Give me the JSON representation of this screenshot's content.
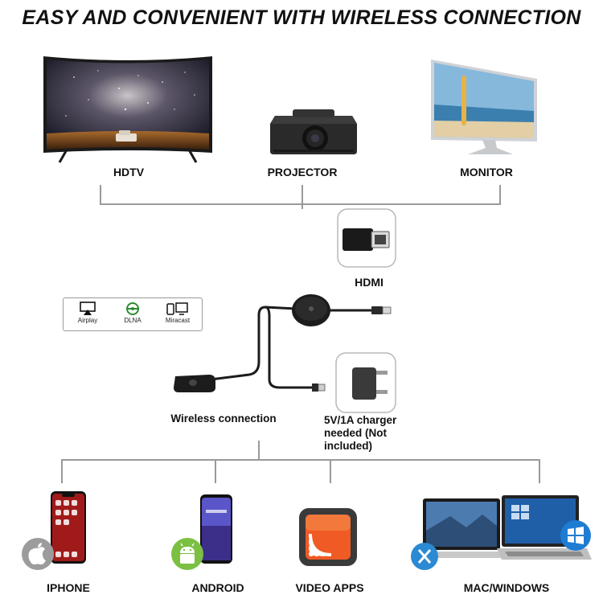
{
  "header": {
    "title": "EASY AND CONVENIENT WITH WIRELESS CONNECTION"
  },
  "displays": [
    {
      "label": "HDTV",
      "icon": "curved-tv-icon"
    },
    {
      "label": "PROJECTOR",
      "icon": "projector-icon"
    },
    {
      "label": "MONITOR",
      "icon": "monitor-icon"
    }
  ],
  "hdmi": {
    "label": "HDMI",
    "icon": "hdmi-connector-icon"
  },
  "protocols": [
    {
      "label": "Airplay",
      "icon": "airplay-icon"
    },
    {
      "label": "DLNA",
      "icon": "dlna-icon"
    },
    {
      "label": "Miracast",
      "icon": "miracast-icon"
    }
  ],
  "dongle": {
    "antenna_label": "Wireless connection",
    "charger_label": "5V/1A  charger needed (Not included)",
    "colors": {
      "body": "#1c1c1c",
      "line": "#999999"
    }
  },
  "sources": [
    {
      "label": "IPHONE",
      "icon": "apple-icon"
    },
    {
      "label": "ANDROID",
      "icon": "android-icon"
    },
    {
      "label": "VIDEO APPS",
      "icon": "cast-icon"
    },
    {
      "label": "MAC/WINDOWS",
      "icon": "windows-icon"
    }
  ]
}
